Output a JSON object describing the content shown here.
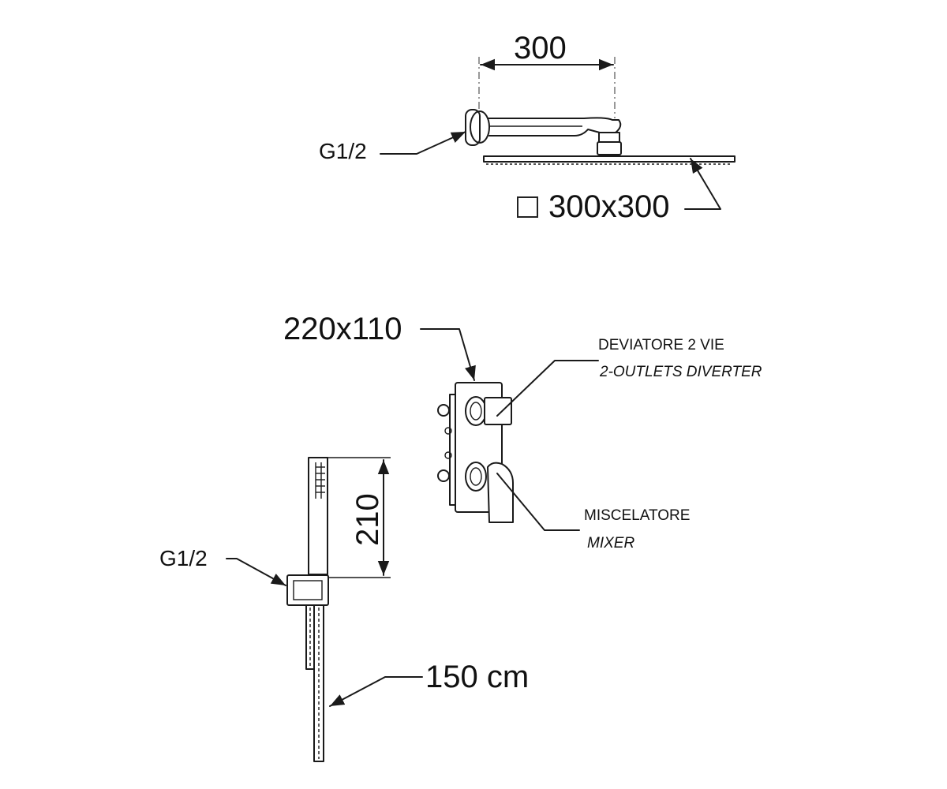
{
  "labels": {
    "arm_length": "300",
    "head_thread": "G1/2",
    "head_size": "300x300",
    "head_size_symbol": "square",
    "plate_size": "220x110",
    "diverter_it": "DEVIATORE  2 VIE",
    "diverter_en": "2-OUTLETS DIVERTER",
    "mixer_it": "MISCELATORE",
    "mixer_en": "MIXER",
    "hand_height": "210",
    "hand_thread": "G1/2",
    "hose_length": "150 cm"
  }
}
